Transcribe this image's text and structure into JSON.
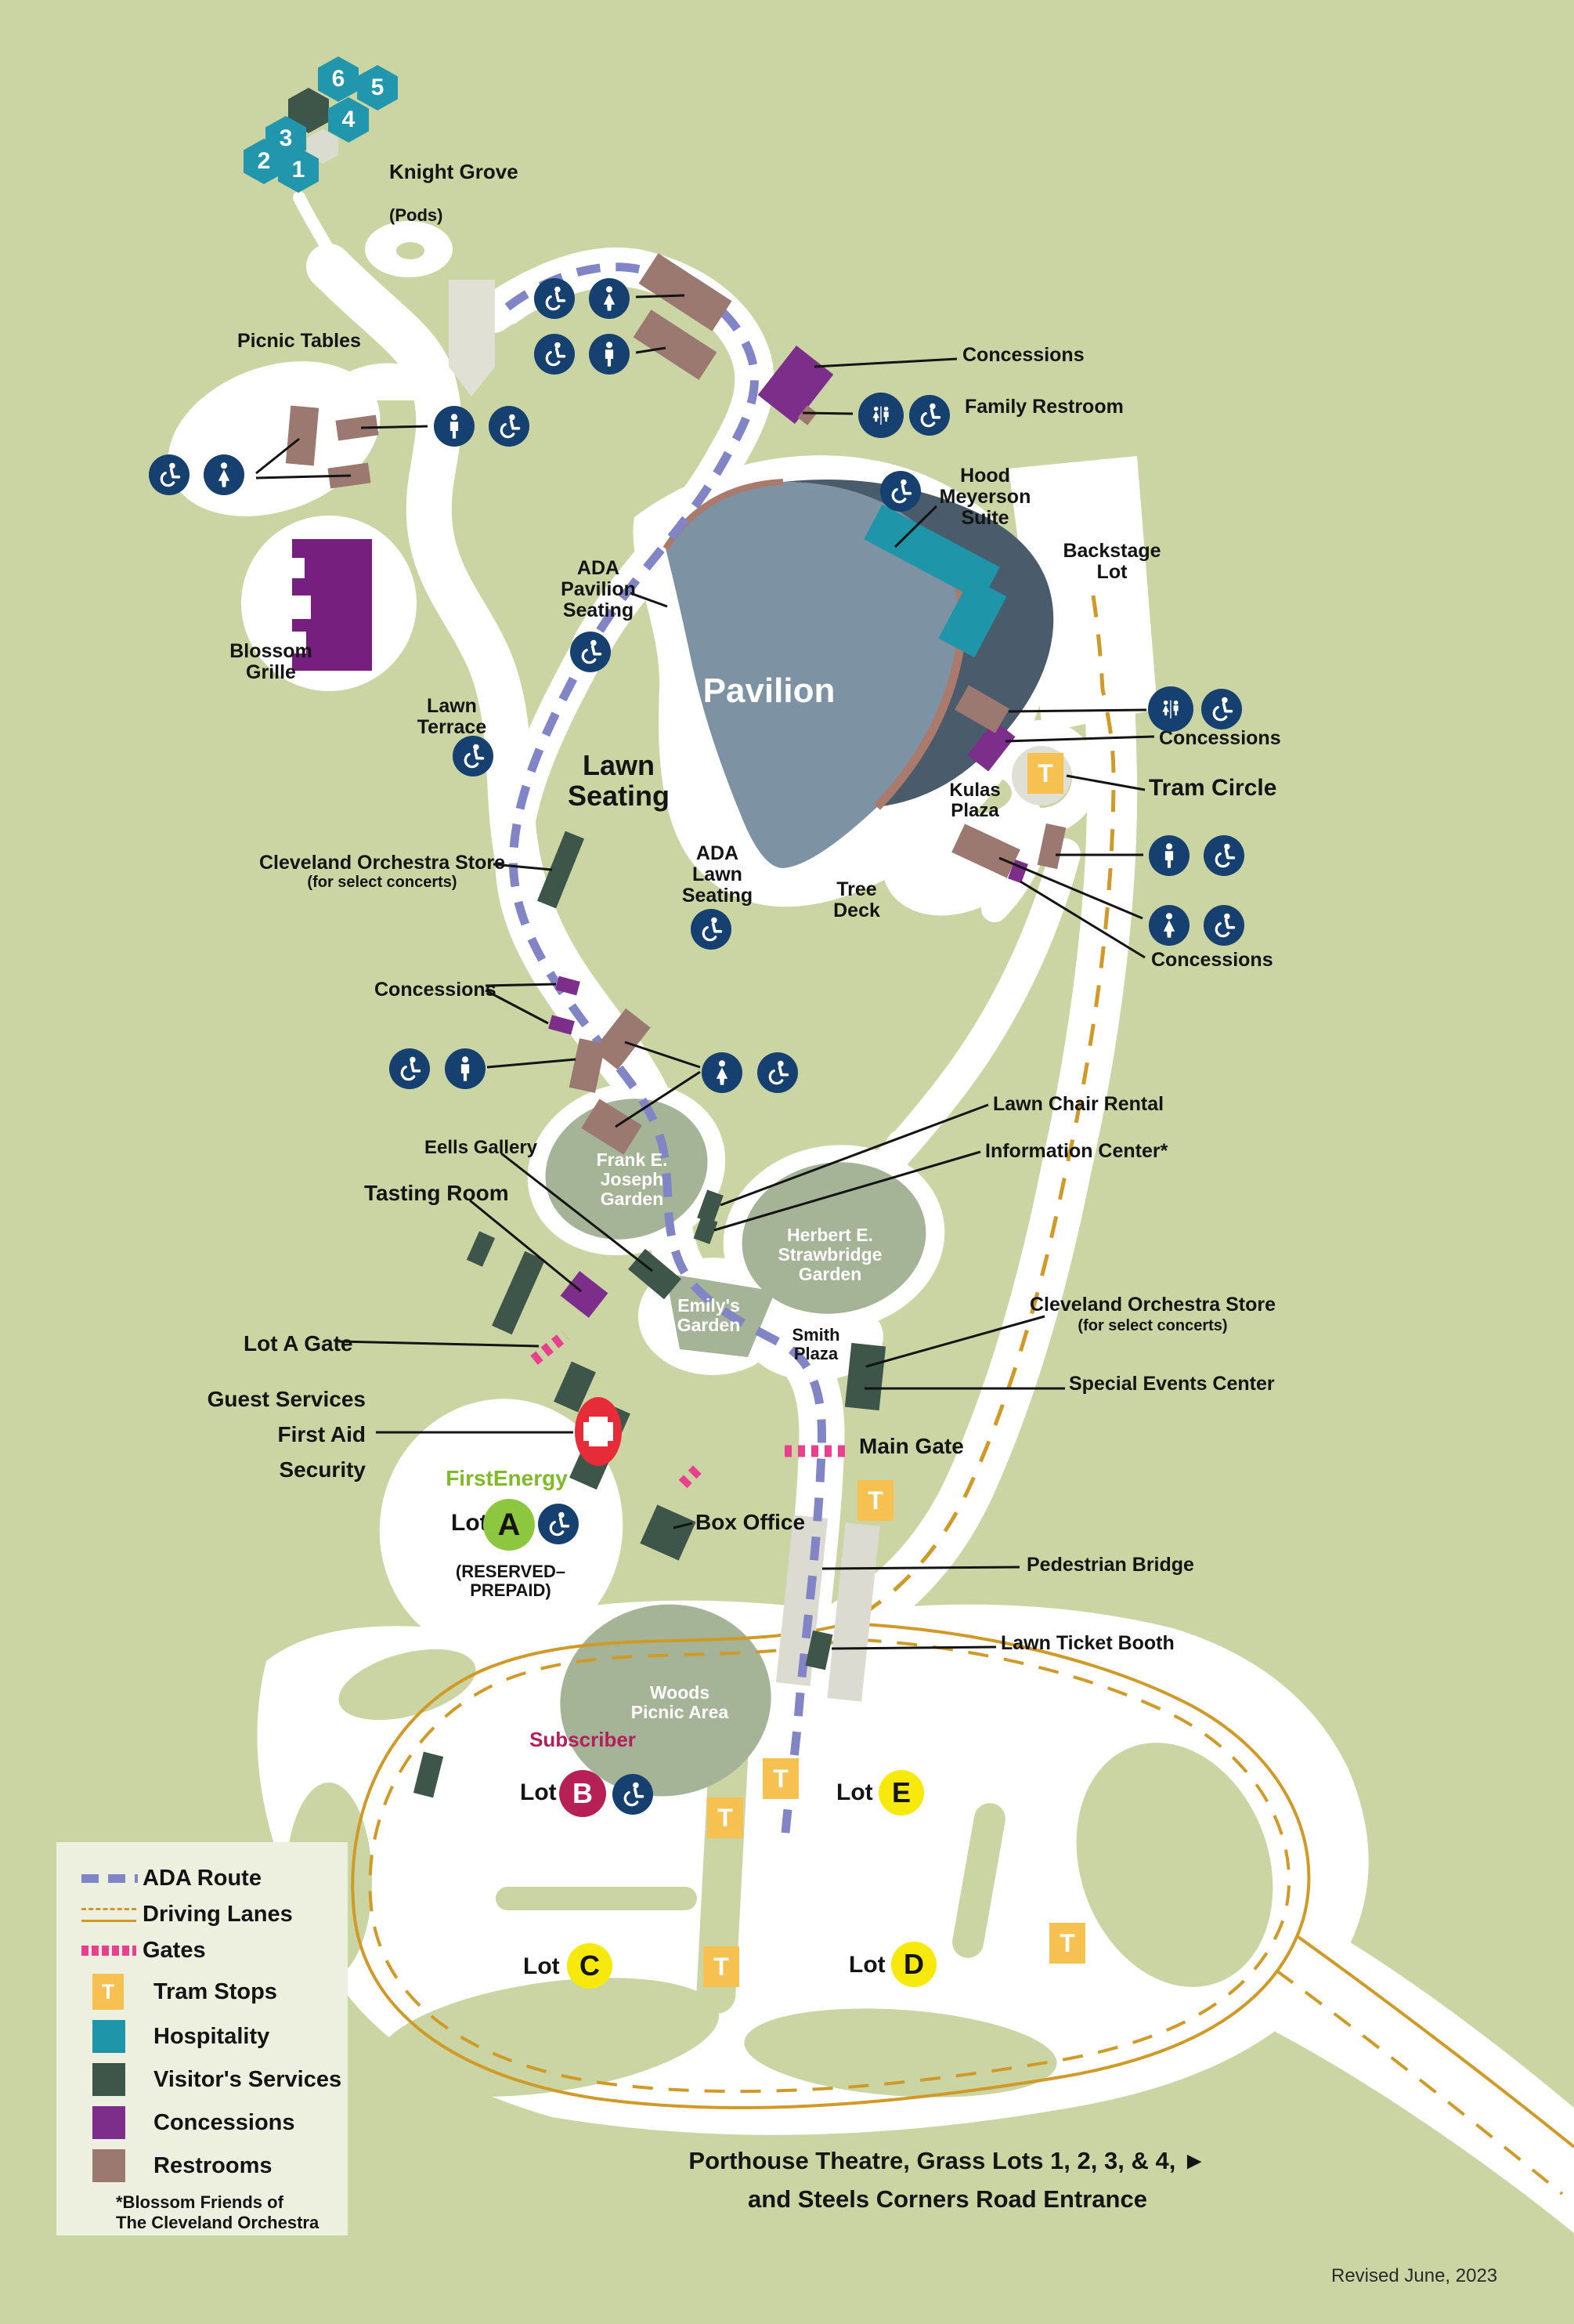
{
  "page": {
    "revised": "Revised June, 2023"
  },
  "footer": {
    "porthouse_line1": "Porthouse Theatre, Grass Lots 1, 2, 3, & 4,  ►",
    "porthouse_line2": "and Steels Corners Road Entrance"
  },
  "tram": {
    "symbol": "T"
  },
  "knight_grove": {
    "label": "Knight Grove",
    "sublabel": "(Pods)",
    "pods": [
      "1",
      "2",
      "3",
      "4",
      "5",
      "6"
    ]
  },
  "labels": {
    "picnic_tables": "Picnic Tables",
    "concessions_top": "Concessions",
    "family_restroom": "Family Restroom",
    "hood_meyerson_suite": "Hood\nMeyerson\nSuite",
    "backstage_lot": "Backstage\nLot",
    "ada_pavilion_seating": "ADA\nPavilion\nSeating",
    "pavilion": "Pavilion",
    "lawn_seating": "Lawn\nSeating",
    "lawn_terrace": "Lawn\nTerrace",
    "kulas_plaza": "Kulas\nPlaza",
    "tram_circle": "Tram Circle",
    "concessions_right_upper": "Concessions",
    "concessions_right_lower": "Concessions",
    "blossom_grille": "Blossom\nGrille",
    "orchestra_store_1": "Cleveland Orchestra Store",
    "orchestra_store_1_sub": "(for select concerts)",
    "concessions_mid": "Concessions",
    "eells_gallery": "Eells Gallery",
    "tasting_room": "Tasting Room",
    "frank_joseph_garden": "Frank E.\nJoseph\nGarden",
    "herbert_strawbridge_garden": "Herbert E.\nStrawbridge\nGarden",
    "emilys_garden": "Emily's\nGarden",
    "smith_plaza": "Smith\nPlaza",
    "ada_lawn_seating": "ADA\nLawn\nSeating",
    "tree_deck": "Tree\nDeck",
    "lawn_chair_rental": "Lawn Chair Rental",
    "information_center": "Information Center*",
    "orchestra_store_2": "Cleveland Orchestra Store",
    "orchestra_store_2_sub": "(for select concerts)",
    "special_events_center": "Special Events Center",
    "lot_a_gate": "Lot A Gate",
    "guest_services": "Guest Services\nFirst Aid\nSecurity",
    "firstenergy": "FirstEnergy",
    "reserved_prepaid": "(RESERVED–\nPREPAID)",
    "box_office": "Box Office",
    "main_gate": "Main Gate",
    "pedestrian_bridge": "Pedestrian Bridge",
    "lawn_ticket_booth": "Lawn Ticket Booth",
    "woods_picnic_area": "Woods\nPicnic Area",
    "subscriber": "Subscriber",
    "lot_word": "Lot"
  },
  "lots": {
    "a": {
      "letter": "A",
      "note": "(RESERVED–PREPAID)",
      "sponsor": "FirstEnergy"
    },
    "b": {
      "letter": "B",
      "type": "Subscriber"
    },
    "c": {
      "letter": "C"
    },
    "d": {
      "letter": "D"
    },
    "e": {
      "letter": "E"
    }
  },
  "legend": {
    "items": [
      {
        "key": "ada-route",
        "label": "ADA Route"
      },
      {
        "key": "driving-lanes",
        "label": "Driving Lanes"
      },
      {
        "key": "gates",
        "label": "Gates"
      },
      {
        "key": "tram-stops",
        "label": "Tram Stops"
      },
      {
        "key": "hospitality",
        "label": "Hospitality"
      },
      {
        "key": "visitors-services",
        "label": "Visitor's Services"
      },
      {
        "key": "concessions",
        "label": "Concessions"
      },
      {
        "key": "restrooms",
        "label": "Restrooms"
      }
    ],
    "footnote": "*Blossom Friends of\nThe Cleveland Orchestra"
  },
  "colors": {
    "background": "#cbd5a4",
    "path": "#ffffff",
    "garden": "#a5b397",
    "pavilion_light": "#7d92a3",
    "pavilion_dark": "#4a5b6c",
    "pavilion_rim": "#aa7a6c",
    "hospitality": "#1e95a9",
    "visitors_services": "#3e5549",
    "concessions": "#7c2e8a",
    "restrooms": "#9b7970",
    "icon_navy": "#16406f",
    "tram_orange": "#f6c150",
    "ada_route": "#8185c6",
    "driving_lane": "#d09a28",
    "gate_pink": "#e8408f",
    "lot_yellow": "#f8e90c",
    "lot_a_green": "#8dc63f",
    "lot_b_crimson": "#b62055",
    "first_aid_red": "#e62b39"
  }
}
